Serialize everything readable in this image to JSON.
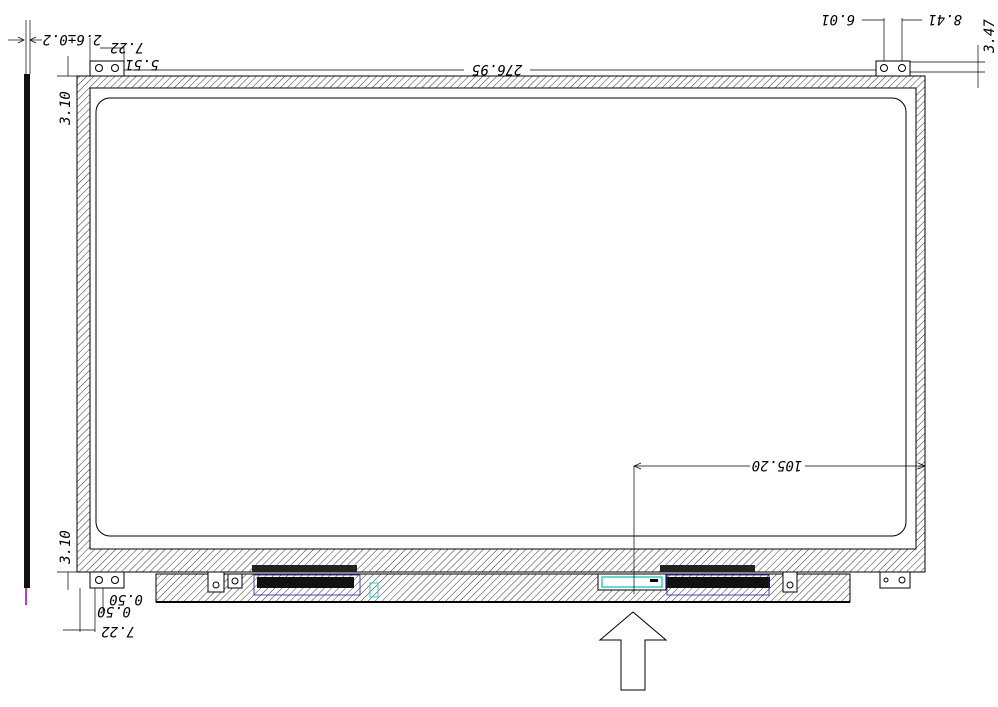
{
  "dimensions": {
    "width_overall": "276.95",
    "connector_offset": "105.20",
    "top_left_height": "3.10",
    "bottom_left_height": "3.10",
    "thickness": "2.6±0.2",
    "top_hole_spacing": "7.22",
    "top_hole_offset": "5.51",
    "top_right_hole_1": "6.01",
    "top_right_hole_2": "8.41",
    "top_right_height": "3.47",
    "bottom_hole_offset": "0.50",
    "bottom_hole_offset_2": "0.50",
    "bottom_hole_spacing": "7.22"
  },
  "colors": {
    "ink": "#000000",
    "hatch": "#000000",
    "flex_cable": "#cc33cc",
    "connector_outline": "#1a1aaa",
    "connector_highlight": "#33cccc"
  },
  "direction_arrow": "insertion-arrow"
}
